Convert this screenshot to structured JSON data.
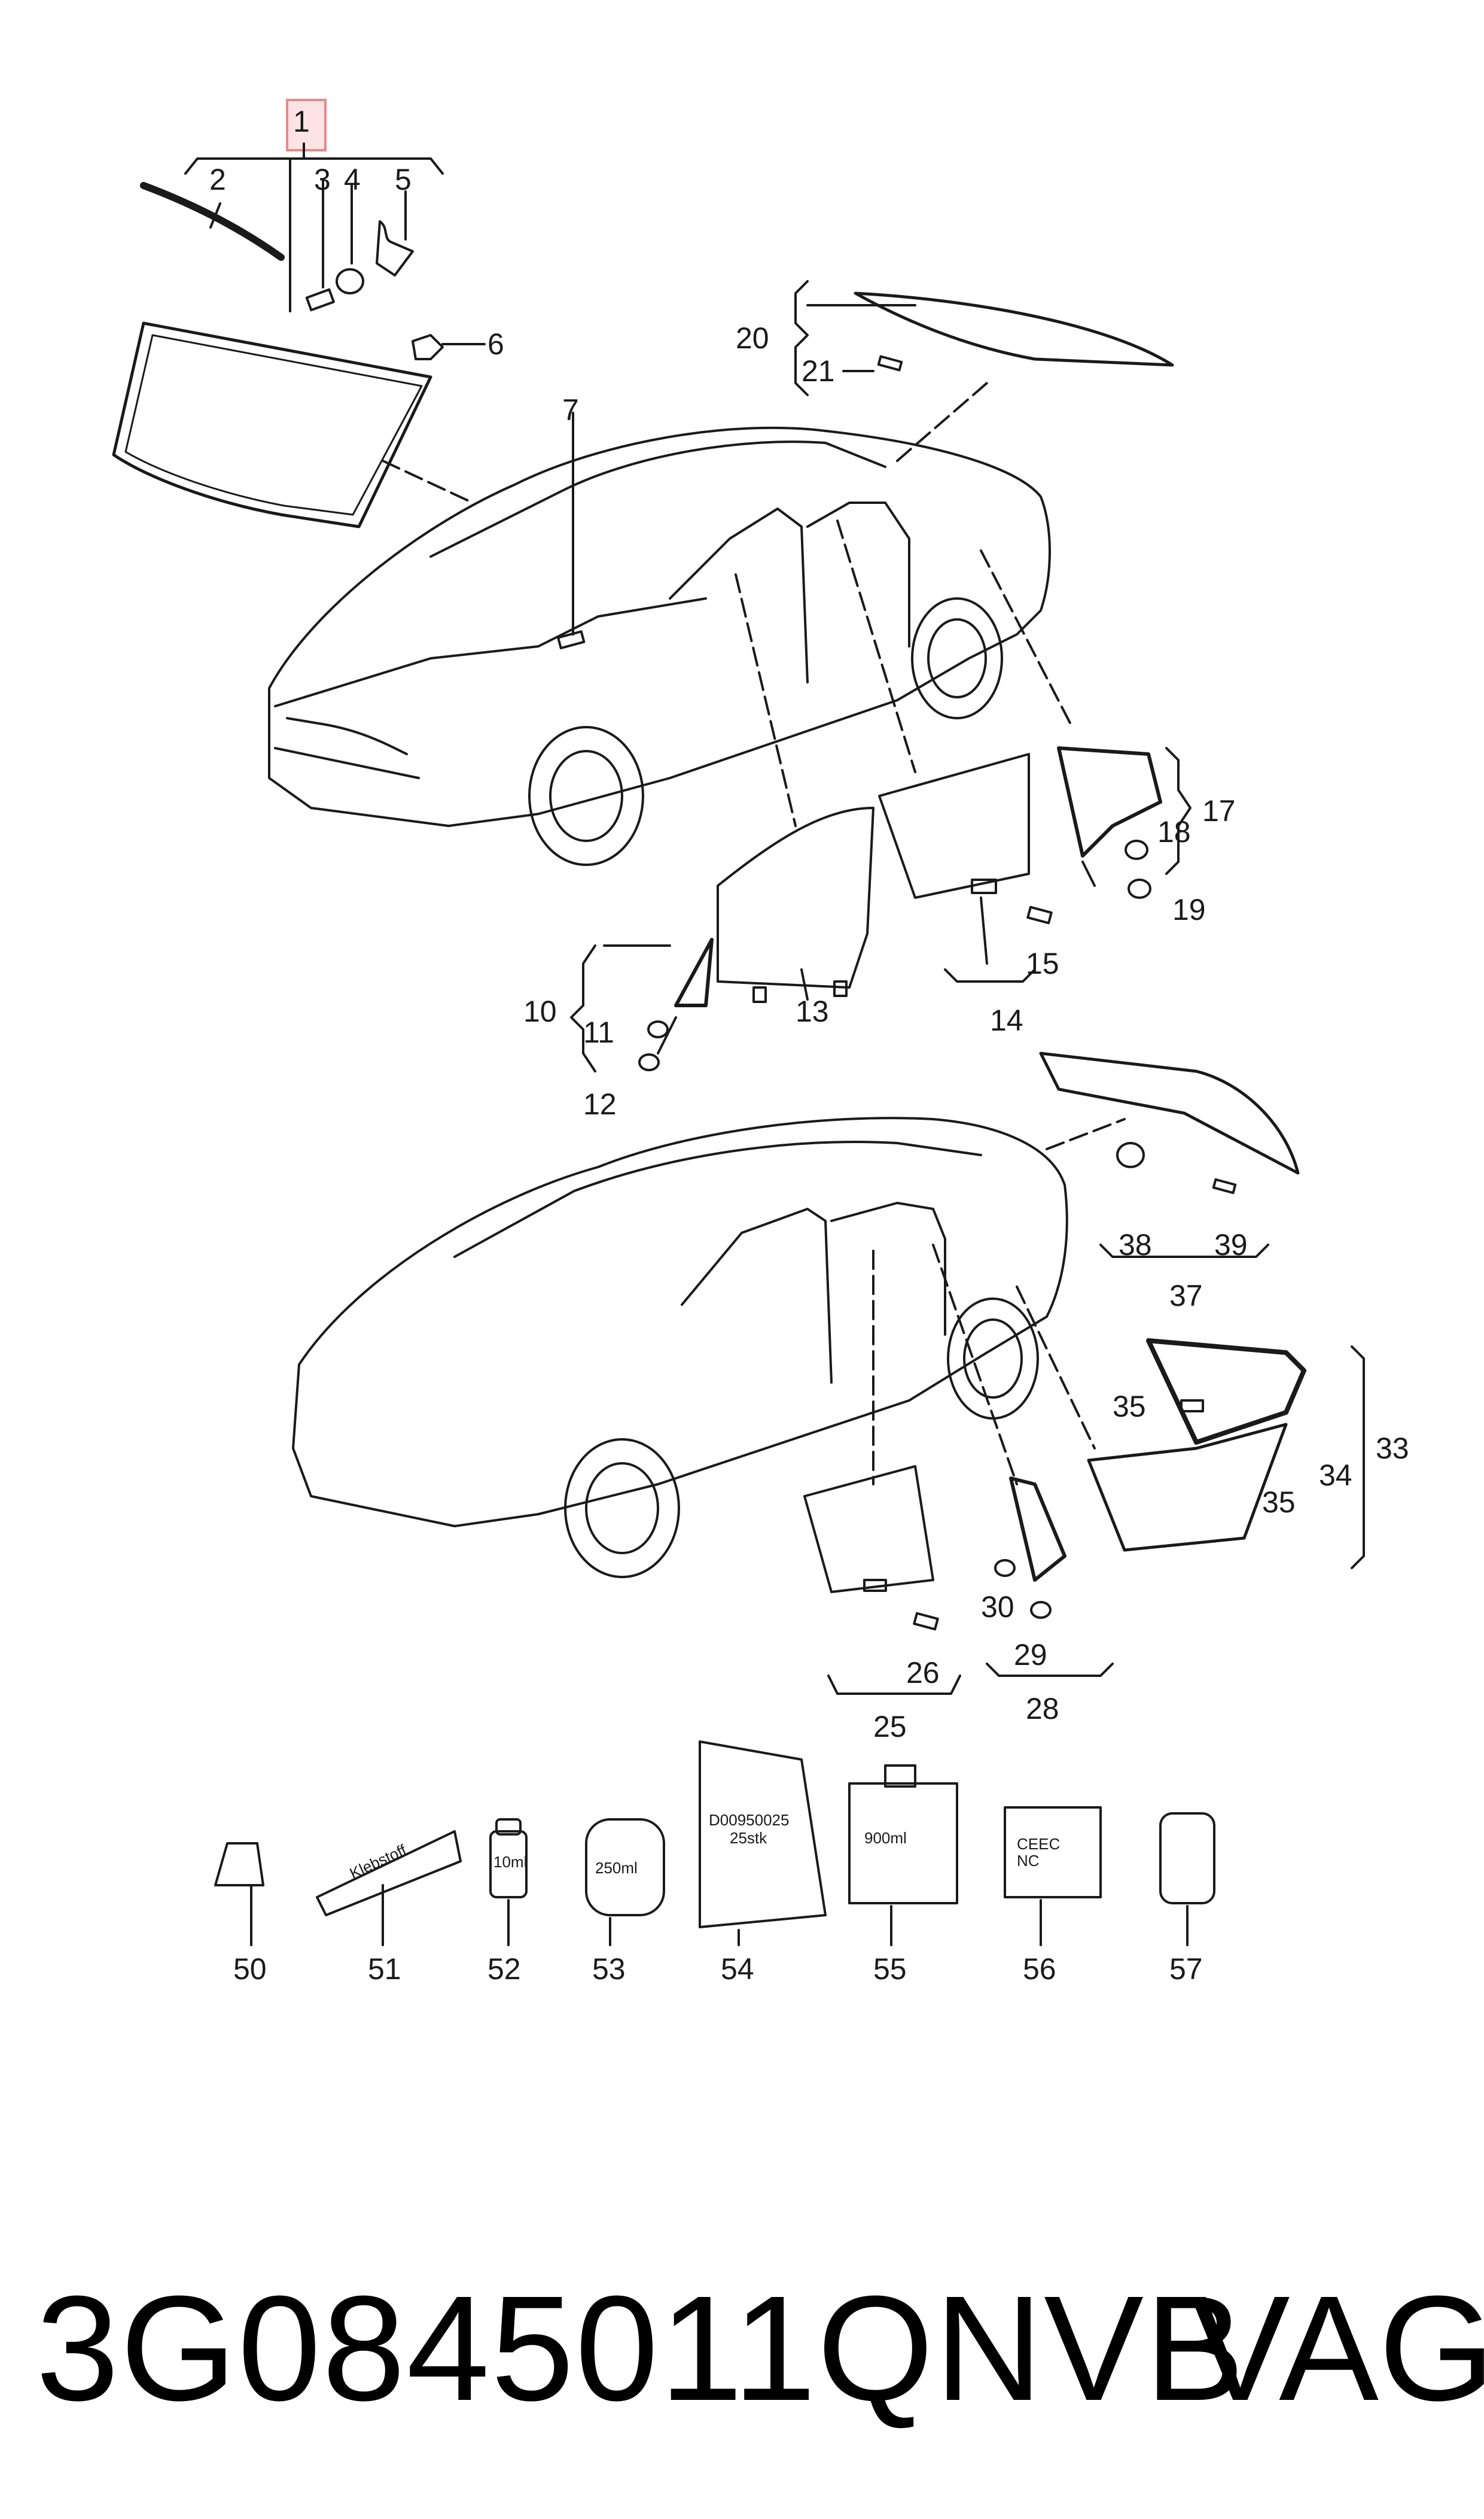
{
  "diagram": {
    "highlighted_part": "1",
    "part_labels": [
      "1",
      "2",
      "3",
      "4",
      "5",
      "6",
      "7",
      "10",
      "11",
      "12",
      "13",
      "14",
      "15",
      "17",
      "18",
      "19",
      "20",
      "21",
      "25",
      "26",
      "28",
      "29",
      "30",
      "33",
      "34",
      "35",
      "35",
      "37",
      "38",
      "39",
      "50",
      "51",
      "52",
      "53",
      "54",
      "55",
      "56",
      "57"
    ],
    "product_text": {
      "tube": "Klebstoff",
      "bottle_small": "10ml",
      "can": "250ml",
      "pouch_line1": "D00950025",
      "pouch_line2": "25stk",
      "box": "900ml",
      "cube_line1": "CEEC",
      "cube_line2": "NC"
    }
  },
  "footer": {
    "part_number": "3G0845011QNVB",
    "brand": "VAG"
  },
  "colors": {
    "line": "#1a1a1a",
    "highlight_fill": "#fde3e3",
    "highlight_border": "#e08c8c"
  }
}
